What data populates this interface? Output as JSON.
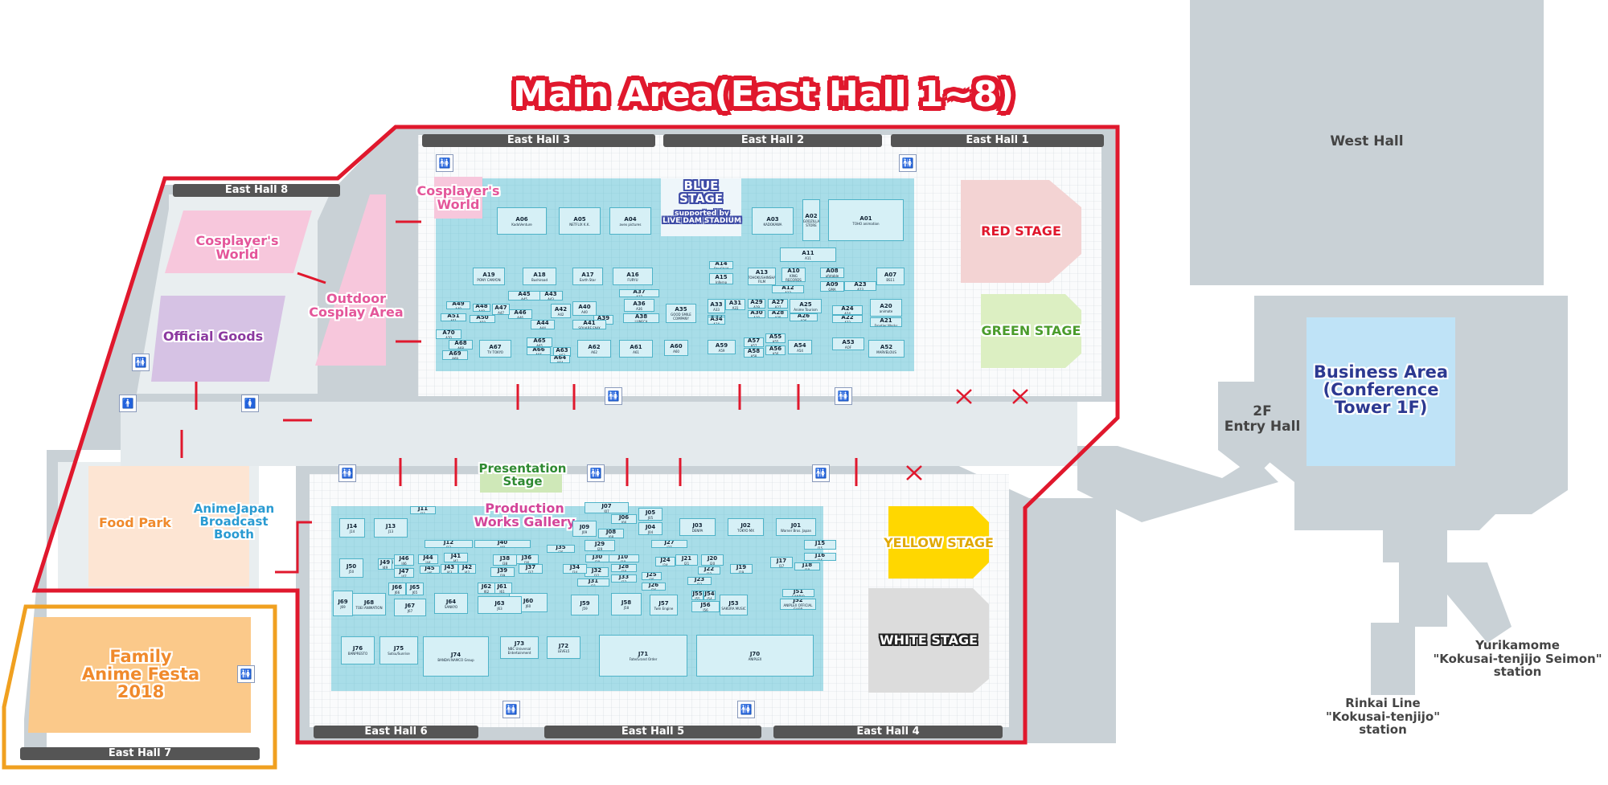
{
  "title": "Main Area(East Hall 1~8)",
  "halls": {
    "h1": "East Hall 1",
    "h2": "East Hall 2",
    "h3": "East Hall 3",
    "h4": "East Hall 4",
    "h5": "East Hall 5",
    "h6": "East Hall 6",
    "h7": "East Hall 7",
    "h8": "East Hall 8",
    "west": "West Hall"
  },
  "areas": {
    "cosplay_world_left": "Cosplayer's\nWorld",
    "cosplay_world_top": "Cosplayer's\nWorld",
    "official_goods": "Official Goods",
    "outdoor_cosplay": "Outdoor\nCosplay Area",
    "blue_stage": "BLUE\nSTAGE",
    "blue_stage_sponsor": "supported by\nLIVE DAM STADIUM",
    "red_stage": "RED STAGE",
    "green_stage": "GREEN STAGE",
    "yellow_stage": "YELLOW STAGE",
    "white_stage": "WHITE STAGE",
    "presentation_stage": "Presentation\nStage",
    "production_gallery": "Production\nWorks Gallery",
    "food_park": "Food Park",
    "broadcast_booth": "AnimeJapan\nBroadcast\nBooth",
    "family_festa": "Family\nAnime Festa\n2018",
    "business_area": "Business Area\n(Conference\nTower 1F)",
    "entry_hall": "2F\nEntry Hall",
    "rinkai": "Rinkai Line\n\"Kokusai-tenjijo\"\nstation",
    "yurikamome": "Yurikamome\n\"Kokusai-tenjijo Seimon\"\nstation"
  },
  "booths": {
    "A01": {
      "code": "A01",
      "name": "TOHO animation"
    },
    "A02": {
      "code": "A02",
      "name": "GODZILLA STORE"
    },
    "A03": {
      "code": "A03",
      "name": "KADOKAWA"
    },
    "A04": {
      "code": "A04",
      "name": "avex pictures"
    },
    "A05": {
      "code": "A05",
      "name": "NETFLIX K.K."
    },
    "A06": {
      "code": "A06",
      "name": "KadoVenture"
    },
    "A07": {
      "code": "A07",
      "name": "BS11"
    },
    "A08": {
      "code": "A08",
      "name": "ufotable"
    },
    "A09": {
      "code": "A09",
      "name": "GMA"
    },
    "A10": {
      "code": "A10",
      "name": "KING RECORDS"
    },
    "A11": {
      "code": "A11",
      "name": "A11"
    },
    "A12": {
      "code": "A12",
      "name": "A12"
    },
    "A13": {
      "code": "A13",
      "name": "TOHOKUSHINSHA FILM"
    },
    "A14": {
      "code": "A14",
      "name": "StarChild"
    },
    "A15": {
      "code": "A15",
      "name": "Inferno"
    },
    "A16": {
      "code": "A16",
      "name": "FURYU"
    },
    "A17": {
      "code": "A17",
      "name": "Earth Star"
    },
    "A18": {
      "code": "A18",
      "name": "Bushiroad"
    },
    "A19": {
      "code": "A19",
      "name": "PONY CANYON"
    },
    "A20": {
      "code": "A20",
      "name": "animate"
    },
    "A21": {
      "code": "A21",
      "name": "Frontier Works"
    },
    "A22": {
      "code": "A22",
      "name": "A22"
    },
    "A23": {
      "code": "A23",
      "name": "A23"
    },
    "A24": {
      "code": "A24",
      "name": "A24"
    },
    "A25": {
      "code": "A25",
      "name": "Anime Tourism"
    },
    "A26": {
      "code": "A26",
      "name": "A26"
    },
    "A27": {
      "code": "A27",
      "name": "A27"
    },
    "A28": {
      "code": "A28",
      "name": "A28"
    },
    "A29": {
      "code": "A29",
      "name": "A29"
    },
    "A30": {
      "code": "A30",
      "name": "A30"
    },
    "A31": {
      "code": "A31",
      "name": "A31"
    },
    "A32": {
      "code": "A32",
      "name": "A32"
    },
    "A33": {
      "code": "A33",
      "name": "A33"
    },
    "A34": {
      "code": "A34",
      "name": "A34"
    },
    "A35": {
      "code": "A35",
      "name": "GOOD SMILE COMPANY"
    },
    "A36": {
      "code": "A36",
      "name": "A36"
    },
    "A37": {
      "code": "A37",
      "name": "A37"
    },
    "A38": {
      "code": "A38",
      "name": "LUNECA"
    },
    "A39": {
      "code": "A39",
      "name": "A39"
    },
    "A40": {
      "code": "A40",
      "name": "A40"
    },
    "A41": {
      "code": "A41",
      "name": "SQUARE ENIX"
    },
    "A42": {
      "code": "A42",
      "name": "A42"
    },
    "A43": {
      "code": "A43",
      "name": "A43"
    },
    "A44": {
      "code": "A44",
      "name": "A44"
    },
    "A45": {
      "code": "A45",
      "name": "A45"
    },
    "A46": {
      "code": "A46",
      "name": "A46"
    },
    "A47": {
      "code": "A47",
      "name": "A47"
    },
    "A48": {
      "code": "A48",
      "name": "A48"
    },
    "A49": {
      "code": "A49",
      "name": "A49"
    },
    "A50": {
      "code": "A50",
      "name": "A50"
    },
    "A51": {
      "code": "A51",
      "name": "A51"
    },
    "A52": {
      "code": "A52",
      "name": "MARVELOUS"
    },
    "A53": {
      "code": "A53",
      "name": "AOF"
    },
    "A54": {
      "code": "A54",
      "name": "A54"
    },
    "A55": {
      "code": "A55",
      "name": "A55"
    },
    "A56": {
      "code": "A56",
      "name": "A56"
    },
    "A57": {
      "code": "A57",
      "name": "A57"
    },
    "A58": {
      "code": "A58",
      "name": "A58"
    },
    "A59": {
      "code": "A59",
      "name": "A59"
    },
    "A60": {
      "code": "A60",
      "name": "A60"
    },
    "A61": {
      "code": "A61",
      "name": "A61"
    },
    "A62": {
      "code": "A62",
      "name": "A62"
    },
    "A63": {
      "code": "A63",
      "name": "A63"
    },
    "A64": {
      "code": "A64",
      "name": "A64"
    },
    "A65": {
      "code": "A65",
      "name": "A65"
    },
    "A66": {
      "code": "A66",
      "name": "A66"
    },
    "A67": {
      "code": "A67",
      "name": "TV TOKYO"
    },
    "A68": {
      "code": "A68",
      "name": "A68"
    },
    "A69": {
      "code": "A69",
      "name": "A69"
    },
    "A70": {
      "code": "A70",
      "name": "A70"
    },
    "J01": {
      "code": "J01",
      "name": "Warner Bros. Japan"
    },
    "J02": {
      "code": "J02",
      "name": "TOKYO MX"
    },
    "J03": {
      "code": "J03",
      "name": "DENPA"
    },
    "J04": {
      "code": "J04",
      "name": "J04"
    },
    "J05": {
      "code": "J05",
      "name": "J05"
    },
    "J06": {
      "code": "J06",
      "name": "J06"
    },
    "J07": {
      "code": "J07",
      "name": "J07"
    },
    "J08": {
      "code": "J08",
      "name": "J08"
    },
    "J09": {
      "code": "J09",
      "name": "J09"
    },
    "J10": {
      "code": "J10",
      "name": "J10"
    },
    "J11": {
      "code": "J11",
      "name": "J11"
    },
    "J12": {
      "code": "J12",
      "name": "J12"
    },
    "J13": {
      "code": "J13",
      "name": "J13"
    },
    "J14": {
      "code": "J14",
      "name": "J14"
    },
    "J15": {
      "code": "J15",
      "name": "J15"
    },
    "J16": {
      "code": "J16",
      "name": "J16"
    },
    "J17": {
      "code": "J17",
      "name": "J17"
    },
    "J18": {
      "code": "J18",
      "name": "J18"
    },
    "J19": {
      "code": "J19",
      "name": "J19"
    },
    "J20": {
      "code": "J20",
      "name": "J20"
    },
    "J21": {
      "code": "J21",
      "name": "J21"
    },
    "J22": {
      "code": "J22",
      "name": "J22"
    },
    "J23": {
      "code": "J23",
      "name": "J23"
    },
    "J24": {
      "code": "J24",
      "name": "J24"
    },
    "J25": {
      "code": "J25",
      "name": "J25"
    },
    "J26": {
      "code": "J26",
      "name": "J26"
    },
    "J27": {
      "code": "J27",
      "name": "J27"
    },
    "J28": {
      "code": "J28",
      "name": "J28"
    },
    "J29": {
      "code": "J29",
      "name": "J29"
    },
    "J30": {
      "code": "J30",
      "name": "J30"
    },
    "J31": {
      "code": "J31",
      "name": "J31"
    },
    "J32": {
      "code": "J32",
      "name": "J32"
    },
    "J33": {
      "code": "J33",
      "name": "J33"
    },
    "J34": {
      "code": "J34",
      "name": "J34"
    },
    "J35": {
      "code": "J35",
      "name": "J35"
    },
    "J36": {
      "code": "J36",
      "name": "J36"
    },
    "J37": {
      "code": "J37",
      "name": "J37"
    },
    "J38": {
      "code": "J38",
      "name": "J38"
    },
    "J39": {
      "code": "J39",
      "name": "J39"
    },
    "J40": {
      "code": "J40",
      "name": "J40"
    },
    "J41": {
      "code": "J41",
      "name": "J41"
    },
    "J42": {
      "code": "J42",
      "name": "J42"
    },
    "J43": {
      "code": "J43",
      "name": "J43"
    },
    "J44": {
      "code": "J44",
      "name": "J44"
    },
    "J45": {
      "code": "J45",
      "name": "J45"
    },
    "J46": {
      "code": "J46",
      "name": "J46"
    },
    "J47": {
      "code": "J47",
      "name": "J47"
    },
    "J48": {
      "code": "J48",
      "name": "J48"
    },
    "J49": {
      "code": "J49",
      "name": "J49"
    },
    "J50": {
      "code": "J50",
      "name": "J50"
    },
    "J51": {
      "code": "J51",
      "name": "SANRIO"
    },
    "J52": {
      "code": "J52",
      "name": "ANIPLEX OFFICIAL SHOP"
    },
    "J53": {
      "code": "J53",
      "name": "SAKURA MUSIC"
    },
    "J54": {
      "code": "J54",
      "name": "J54"
    },
    "J55": {
      "code": "J55",
      "name": "J55"
    },
    "J56": {
      "code": "J56",
      "name": "J56"
    },
    "J57": {
      "code": "J57",
      "name": "Twin Engine"
    },
    "J58": {
      "code": "J58",
      "name": "J58"
    },
    "J59": {
      "code": "J59",
      "name": "J59"
    },
    "J60": {
      "code": "J60",
      "name": "J60"
    },
    "J61": {
      "code": "J61",
      "name": "J61"
    },
    "J62": {
      "code": "J62",
      "name": "J62"
    },
    "J63": {
      "code": "J63",
      "name": "J63"
    },
    "J64": {
      "code": "J64",
      "name": "SANKYO"
    },
    "J65": {
      "code": "J65",
      "name": "J65"
    },
    "J66": {
      "code": "J66",
      "name": "J66"
    },
    "J67": {
      "code": "J67",
      "name": "J67"
    },
    "J68": {
      "code": "J68",
      "name": "TOEI ANIMATION"
    },
    "J69": {
      "code": "J69",
      "name": "J69"
    },
    "J70": {
      "code": "J70",
      "name": "ANIPLEX"
    },
    "J71": {
      "code": "J71",
      "name": "Fate/Grand Order"
    },
    "J72": {
      "code": "J72",
      "name": "LEVEL5"
    },
    "J73": {
      "code": "J73",
      "name": "NBC Universal Entertainment"
    },
    "J74": {
      "code": "J74",
      "name": "BANDAI NAMCO Group"
    },
    "J75": {
      "code": "J75",
      "name": "Sotsu/Sunrise"
    },
    "J76": {
      "code": "J76",
      "name": "BANPRESTO"
    }
  },
  "colors": {
    "main_border": "#e0182d",
    "family_border": "#f0a020",
    "hall_gray": "#c9d1d6",
    "booth_area": "#a8dde8",
    "cosplay_pink": "#f7c7dc",
    "goods_purple": "#d6c2e4",
    "red_stage": "#f3d3d3",
    "green_stage": "#dcefc2",
    "yellow_stage": "#ffd700",
    "white_stage": "#dcdcdc",
    "food_park": "#fde5d3",
    "family": "#fbc98a",
    "business": "#bfe3f7"
  }
}
